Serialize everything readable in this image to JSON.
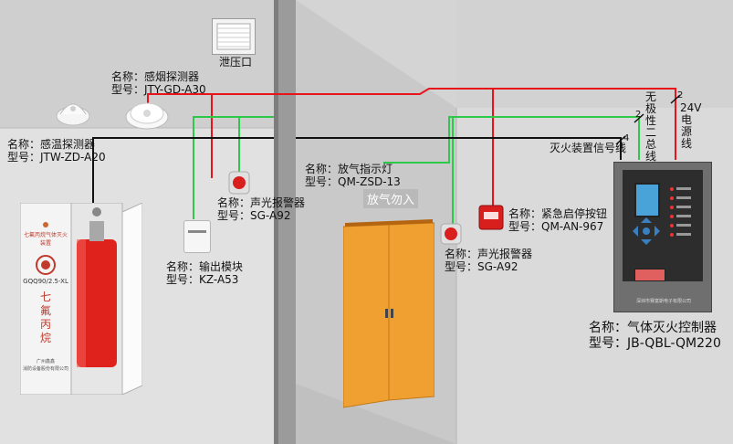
{
  "devices": {
    "pressure_vent": {
      "label": "泄压口"
    },
    "smoke_detector": {
      "name": "名称：感烟探测器",
      "model": "型号：JTY-GD-A30"
    },
    "heat_detector": {
      "name": "名称：感温探测器",
      "model": "型号：JTW-ZD-A20"
    },
    "alarm_left": {
      "name": "名称：声光报警器",
      "model": "型号：SG-A92"
    },
    "output_module": {
      "name": "名称：输出模块",
      "model": "型号：KZ-A53"
    },
    "release_light": {
      "name": "名称：放气指示灯",
      "model": "型号：QM-ZSD-13",
      "sign": "放气勿入"
    },
    "stop_button": {
      "name": "名称：紧急启停按钮",
      "model": "型号：QM-AN-967"
    },
    "alarm_right": {
      "name": "名称：声光报警器",
      "model": "型号：SG-A92"
    },
    "controller": {
      "name": "名称：气体灭火控制器",
      "model": "型号：JB-QBL-QM220",
      "brand": "深圳市赛富斯电子有限公司"
    }
  },
  "cabinet": {
    "header": "七氟丙烷气体灭火装置",
    "model": "GQQ90/2.5-XL",
    "vertical": "七氟丙烷",
    "footer1": "广州鑫鑫",
    "footer2": "消防设备股份有限公司"
  },
  "wires": {
    "bus": "无极性二总线",
    "bus_count": "2",
    "power": "24V电源线",
    "power_count": "2",
    "signal": "灭火装置信号线",
    "signal_count": "4"
  },
  "colors": {
    "power_wire": "#e8141c",
    "bus_wire": "#2ec84a",
    "signal_wire": "#111111",
    "door": "#f0a030",
    "cylinder": "#e0221c"
  }
}
